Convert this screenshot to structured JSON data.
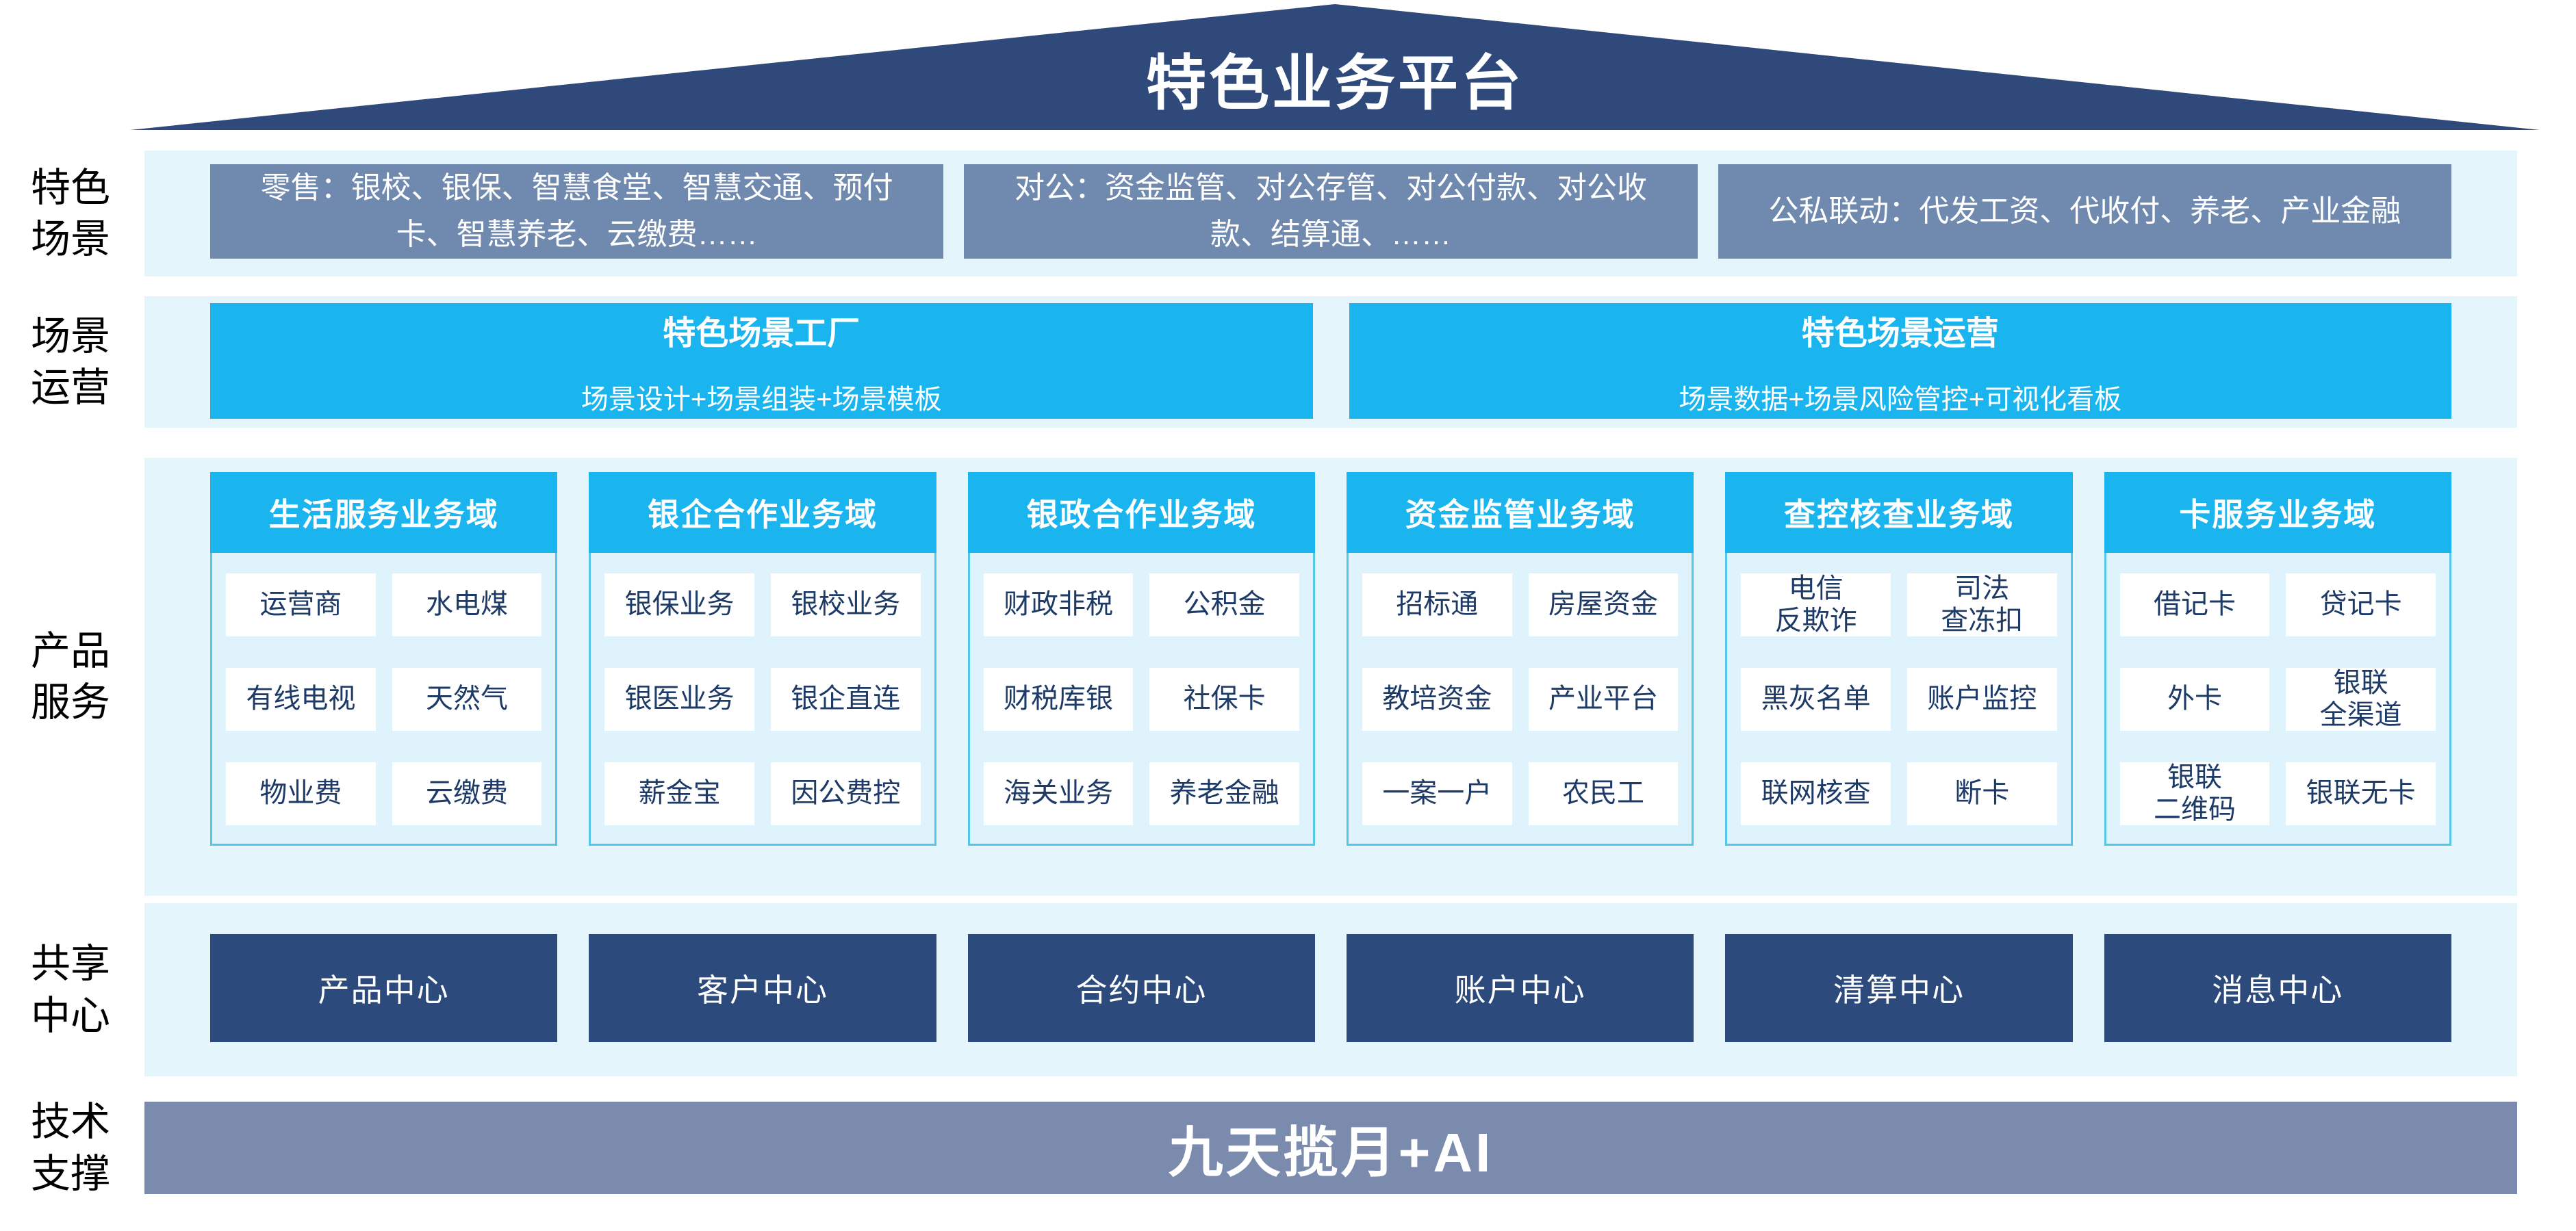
{
  "title": "特色业务平台",
  "colors": {
    "roof_navy": "#30497B",
    "scenario_box_blue": "#7089AF",
    "band_light_cyan": "#E4F5FC",
    "accent_cyan": "#1AB5EF",
    "column_body_cyan": "#DFF3FC",
    "column_border_cyan": "#54C6EA",
    "cell_text_navy": "#1E3A67",
    "center_box_navy": "#2C4A7C",
    "tech_bar_gray_blue": "#7A8BAD"
  },
  "rows": {
    "scenarios": {
      "label": "特色\n场景",
      "boxes": [
        "零售：银校、银保、智慧食堂、智慧交通、预付卡、智慧养老、云缴费……",
        "对公：资金监管、对公存管、对公付款、对公收款、结算通、……",
        "公私联动：代发工资、代收付、养老、产业金融"
      ]
    },
    "operations": {
      "label": "场景\n运营",
      "boxes": [
        {
          "title": "特色场景工厂",
          "subtitle": "场景设计+场景组装+场景模板"
        },
        {
          "title": "特色场景运营",
          "subtitle": "场景数据+场景风险管控+可视化看板"
        }
      ]
    },
    "products": {
      "label": "产品\n服务",
      "columns": [
        {
          "header": "生活服务业务域",
          "cells": [
            "运营商",
            "水电煤",
            "有线电视",
            "天然气",
            "物业费",
            "云缴费"
          ]
        },
        {
          "header": "银企合作业务域",
          "cells": [
            "银保业务",
            "银校业务",
            "银医业务",
            "银企直连",
            "薪金宝",
            "因公费控"
          ]
        },
        {
          "header": "银政合作业务域",
          "cells": [
            "财政非税",
            "公积金",
            "财税库银",
            "社保卡",
            "海关业务",
            "养老金融"
          ]
        },
        {
          "header": "资金监管业务域",
          "cells": [
            "招标通",
            "房屋资金",
            "教培资金",
            "产业平台",
            "一案一户",
            "农民工"
          ]
        },
        {
          "header": "查控核查业务域",
          "cells": [
            "电信\n反欺诈",
            "司法\n查冻扣",
            "黑灰名单",
            "账户监控",
            "联网核查",
            "断卡"
          ]
        },
        {
          "header": "卡服务业务域",
          "cells": [
            "借记卡",
            "贷记卡",
            "外卡",
            "银联\n全渠道",
            "银联\n二维码",
            "银联无卡"
          ]
        }
      ]
    },
    "shared": {
      "label": "共享\n中心",
      "centers": [
        "产品中心",
        "客户中心",
        "合约中心",
        "账户中心",
        "清算中心",
        "消息中心"
      ]
    },
    "tech": {
      "label": "技术\n支撑",
      "bar": "九天揽月+AI"
    }
  }
}
